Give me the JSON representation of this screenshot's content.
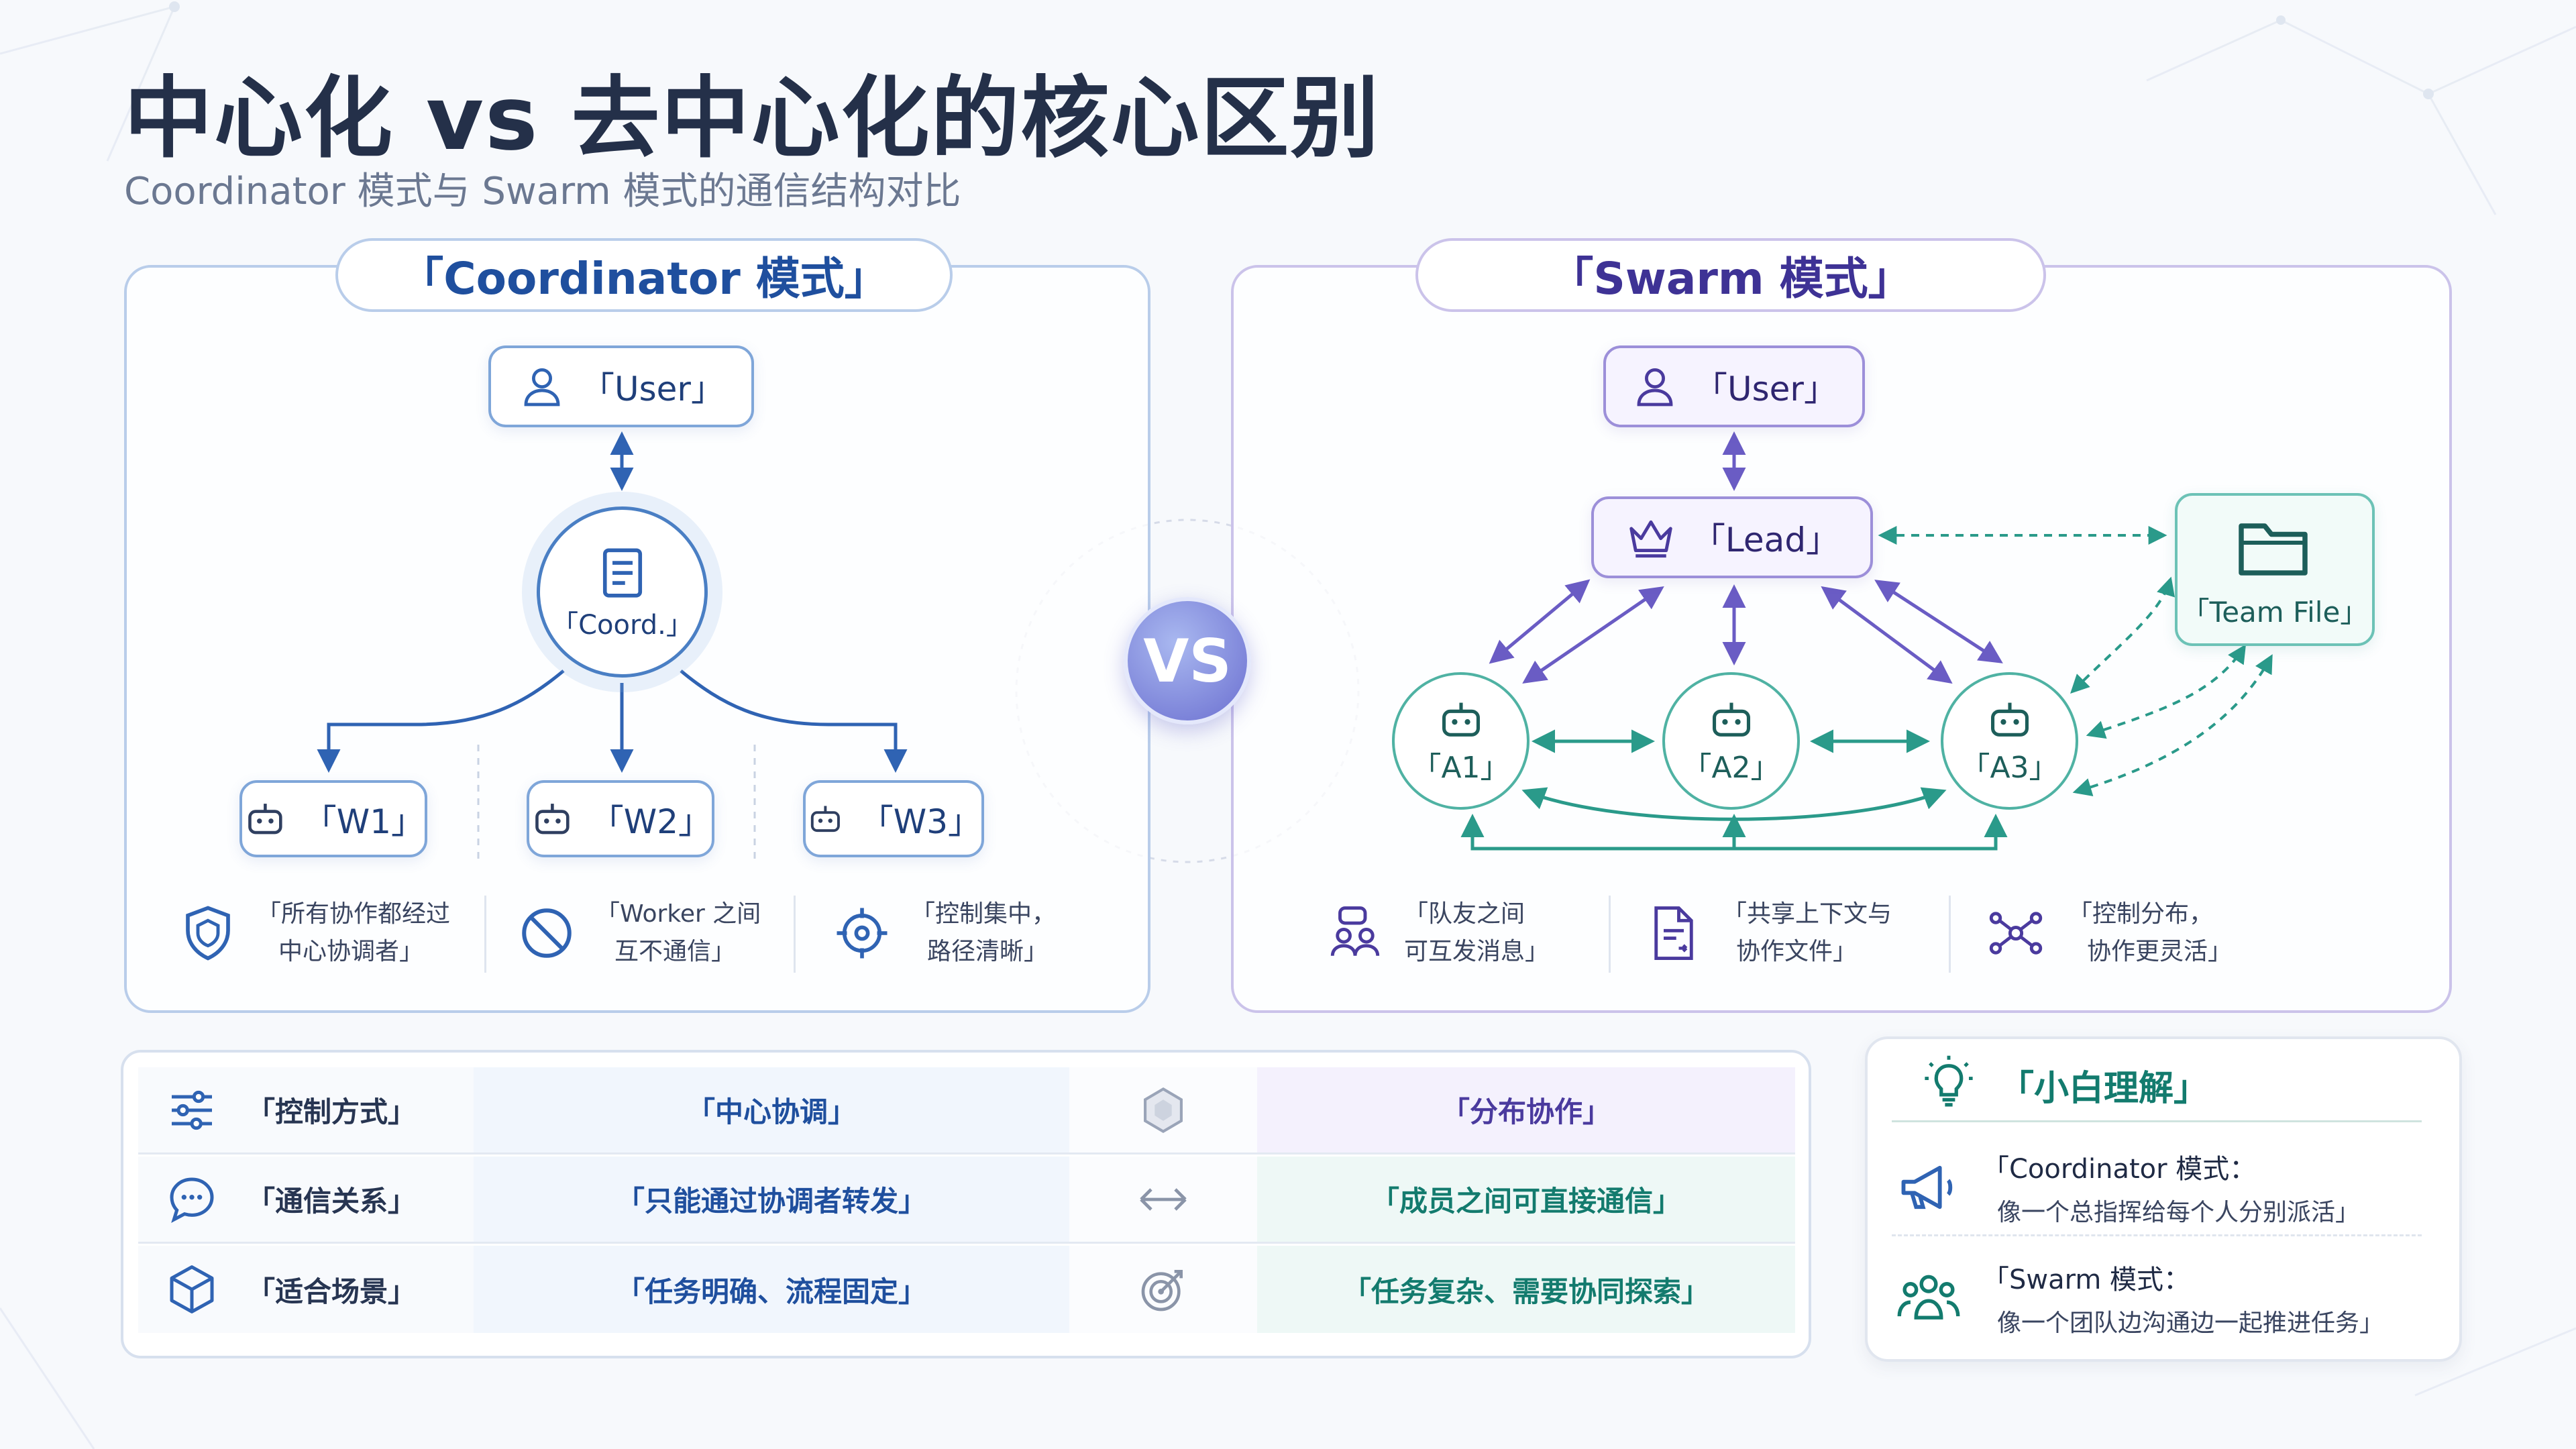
{
  "header": {
    "title": "中心化 vs 去中心化的核心区别",
    "subtitle": "Coordinator 模式与 Swarm 模式的通信结构对比"
  },
  "vs_label": "VS",
  "coordinator": {
    "tab_title": "「Coordinator 模式」",
    "user": "「User」",
    "coord": "「Coord.」",
    "workers": [
      "「W1」",
      "「W2」",
      "「W3」"
    ],
    "features": [
      {
        "icon": "shield-icon",
        "line1": "「所有协作都经过",
        "line2": "中心协调者」"
      },
      {
        "icon": "prohibited-icon",
        "line1": "「Worker 之间",
        "line2": "互不通信」"
      },
      {
        "icon": "target-icon",
        "line1": "「控制集中，",
        "line2": "路径清晰」"
      }
    ]
  },
  "swarm": {
    "tab_title": "「Swarm 模式」",
    "user": "「User」",
    "lead": "「Lead」",
    "team_file": "「Team File」",
    "agents": [
      "「A1」",
      "「A2」",
      "「A3」"
    ],
    "features": [
      {
        "icon": "team-chat-icon",
        "line1": "「队友之间",
        "line2": "可互发消息」"
      },
      {
        "icon": "shared-doc-icon",
        "line1": "「共享上下文与",
        "line2": "协作文件」"
      },
      {
        "icon": "network-icon",
        "line1": "「控制分布，",
        "line2": "协作更灵活」"
      }
    ]
  },
  "comparison": {
    "rows": [
      {
        "icon": "sliders-icon",
        "label": "「控制方式」",
        "coordinator": "「中心协调」",
        "mid_icon": "hexagon-icon",
        "swarm": "「分布协作」",
        "swarm_style": "purple"
      },
      {
        "icon": "chat-bubble-icon",
        "label": "「通信关系」",
        "coordinator": "「只能通过协调者转发」",
        "mid_icon": "double-arrow-icon",
        "swarm": "「成员之间可直接通信」",
        "swarm_style": "teal"
      },
      {
        "icon": "cube-icon",
        "label": "「适合场景」",
        "coordinator": "「任务明确、流程固定」",
        "mid_icon": "dartboard-icon",
        "swarm": "「任务复杂、需要协同探索」",
        "swarm_style": "teal"
      }
    ]
  },
  "tips": {
    "title": "「小白理解」",
    "items": [
      {
        "icon": "megaphone-icon",
        "line1": "「Coordinator 模式：",
        "line2": "像一个总指挥给每个人分别派活」"
      },
      {
        "icon": "group-icon",
        "line1": "「Swarm 模式：",
        "line2": "像一个团队边沟通边一起推进任务」"
      }
    ]
  },
  "colors": {
    "coordinator_accent": "#1f4f9e",
    "swarm_accent": "#3e3295",
    "agent_teal": "#137b6e"
  }
}
